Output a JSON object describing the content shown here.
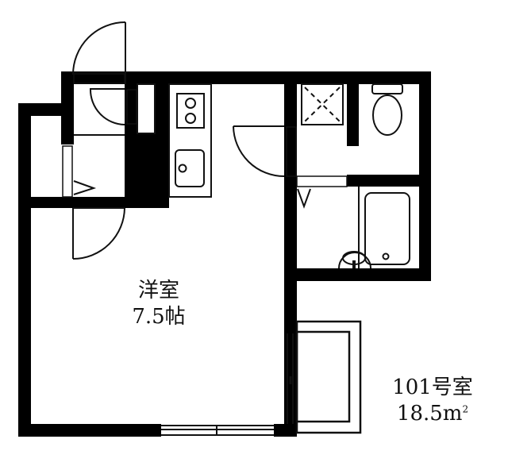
{
  "rooms": {
    "main": {
      "name": "洋室",
      "size": "7.5帖"
    }
  },
  "unit": {
    "number_label": "101号室",
    "area_value": "18.5m",
    "area_unit_superscript": "2"
  },
  "fixtures": {
    "kitchen": [
      "two-burner-stove-icon",
      "sink-icon"
    ],
    "washroom": [
      "washing-machine-pan-icon",
      "toilet-icon"
    ],
    "bathroom": [
      "bathtub-icon",
      "washbasin-icon"
    ],
    "balcony": "balcony",
    "doors": [
      "entrance-door",
      "room-door",
      "washroom-door",
      "closet-door"
    ]
  },
  "colors": {
    "wall": "#000000",
    "line": "#111111",
    "background": "#ffffff"
  }
}
